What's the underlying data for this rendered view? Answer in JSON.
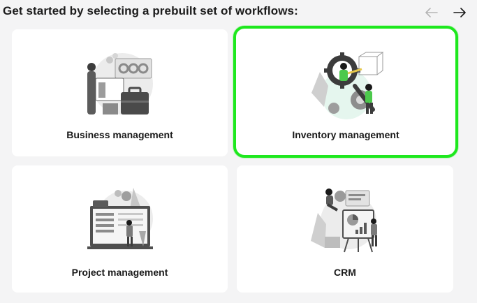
{
  "header": {
    "title": "Get started by selecting a prebuilt set of workflows:",
    "prev_icon": "arrow-left-icon",
    "next_icon": "arrow-right-icon"
  },
  "cards": [
    {
      "label": "Business management",
      "selected": false
    },
    {
      "label": "Inventory management",
      "selected": true
    },
    {
      "label": "Project management",
      "selected": false
    },
    {
      "label": "CRM",
      "selected": false
    }
  ],
  "colors": {
    "selected_border": "#1ee81e",
    "accent_green": "#4cc94c",
    "page_bg": "#f4f4f5"
  }
}
